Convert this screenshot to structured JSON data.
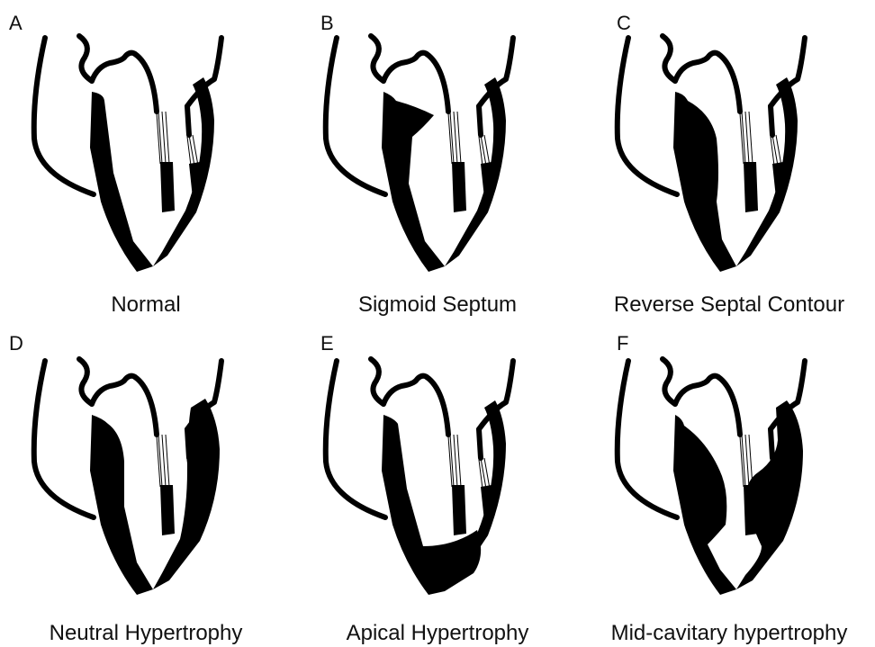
{
  "panels": [
    {
      "letter": "A",
      "caption": "Normal",
      "variant": "normal"
    },
    {
      "letter": "B",
      "caption": "Sigmoid Septum",
      "variant": "sigmoid"
    },
    {
      "letter": "C",
      "caption": "Reverse Septal Contour",
      "variant": "reverse"
    },
    {
      "letter": "D",
      "caption": "Neutral Hypertrophy",
      "variant": "neutral"
    },
    {
      "letter": "E",
      "caption": "Apical Hypertrophy",
      "variant": "apical"
    },
    {
      "letter": "F",
      "caption": "Mid-cavitary hypertrophy",
      "variant": "midcavitary"
    }
  ],
  "colors": {
    "wall": "#000000",
    "background": "#ffffff"
  }
}
